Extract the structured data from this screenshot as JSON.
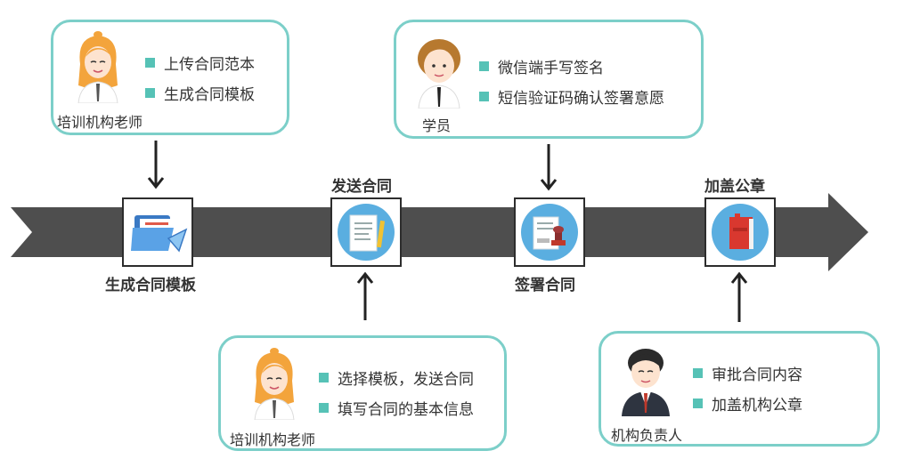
{
  "colors": {
    "timeline": "#4e4e4e",
    "bubble_border": "#7ccfc9",
    "bullet": "#56c2b6",
    "step_circle": "#5aaee0"
  },
  "bubbles": {
    "teacher_top": {
      "role": "培训机构老师",
      "items": [
        "上传合同范本",
        "生成合同模板"
      ]
    },
    "student": {
      "role": "学员",
      "items": [
        "微信端手写签名",
        "短信验证码确认签署意愿"
      ]
    },
    "teacher_bottom": {
      "role": "培训机构老师",
      "items": [
        "选择模板，发送合同",
        "填写合同的基本信息"
      ]
    },
    "manager": {
      "role": "机构负责人",
      "items": [
        "审批合同内容",
        "加盖机构公章"
      ]
    }
  },
  "steps": {
    "generate": {
      "label": "生成合同模板",
      "icon": "folder-icon"
    },
    "send": {
      "label": "发送合同",
      "icon": "document-icon"
    },
    "sign": {
      "label": "签署合同",
      "icon": "stamp-icon"
    },
    "seal": {
      "label": "加盖公章",
      "icon": "red-book-icon"
    }
  }
}
